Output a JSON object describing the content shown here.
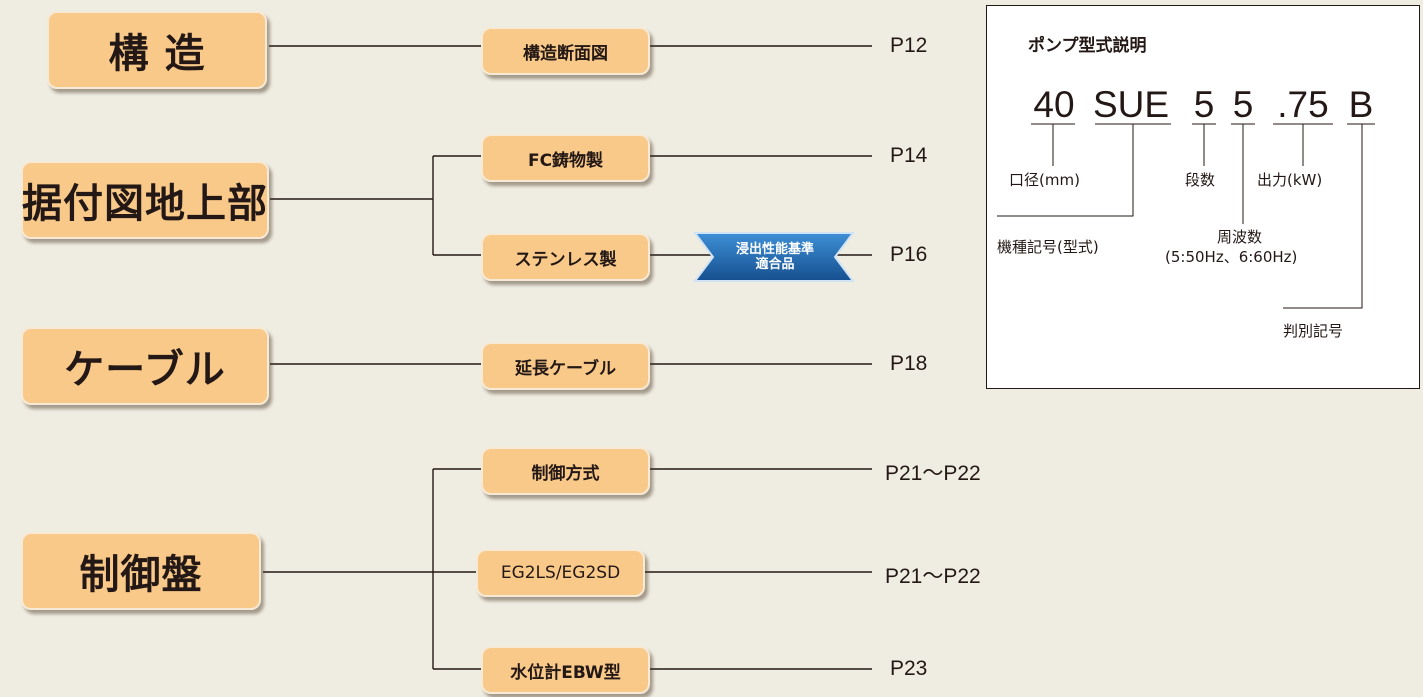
{
  "categories": [
    {
      "label": "構 造"
    },
    {
      "label": "据付図地上部"
    },
    {
      "label": "ケーブル"
    },
    {
      "label": "制御盤"
    }
  ],
  "items": [
    {
      "label": "構造断面図",
      "page": "P12"
    },
    {
      "label": "FC鋳物製",
      "page": "P14"
    },
    {
      "label": "ステンレス製",
      "page": "P16"
    },
    {
      "label": "延長ケーブル",
      "page": "P18"
    },
    {
      "label": "制御方式",
      "page": "P21～P22"
    },
    {
      "label": "EG2LS/EG2SD",
      "page": "P21～P22"
    },
    {
      "label": "水位計EBW型",
      "page": "P23"
    }
  ],
  "badge": {
    "line1": "浸出性能基準",
    "line2": "適合品"
  },
  "model_panel": {
    "title": "ポンプ型式説明",
    "code_parts": [
      "40",
      "SUE",
      "5",
      "5",
      ".75",
      "B"
    ],
    "labels": {
      "diameter": "口径(mm)",
      "stages": "段数",
      "output": "出力(kW)",
      "model_code": "機種記号(型式)",
      "frequency": "周波数",
      "frequency_detail": "(5:50Hz、6:60Hz)",
      "identifier": "判別記号"
    }
  },
  "colors": {
    "background": "#efece1",
    "box_fill": "#f9c98a",
    "badge_fill": "#1f6fb8",
    "text": "#231815"
  }
}
